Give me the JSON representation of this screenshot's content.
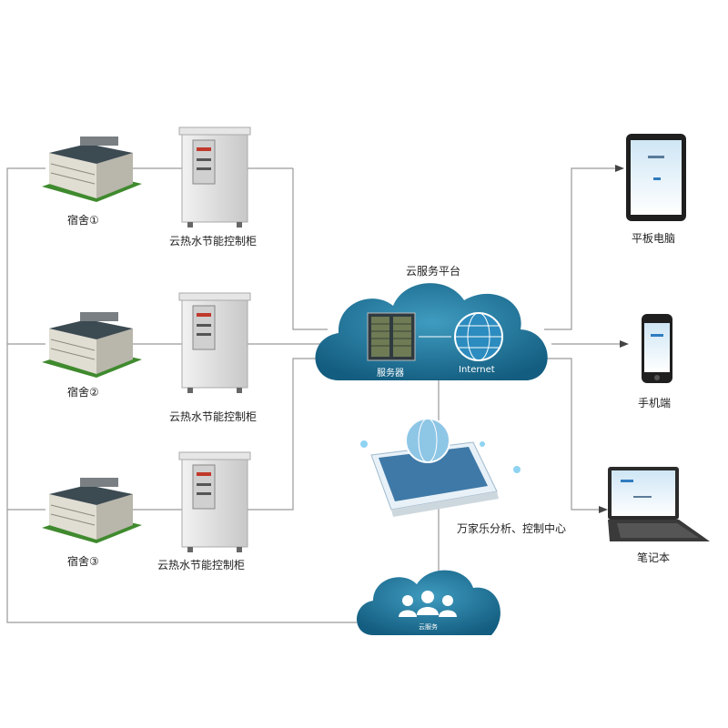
{
  "dorms": [
    {
      "label": "宿舍①"
    },
    {
      "label": "宿舍②"
    },
    {
      "label": "宿舍③"
    }
  ],
  "cabinets": [
    {
      "label": "云热水节能控制柜"
    },
    {
      "label": "云热水节能控制柜"
    },
    {
      "label": "云热水节能控制柜"
    }
  ],
  "cloud_platform": {
    "title": "云服务平台",
    "server_label": "服务器",
    "internet_label": "Internet"
  },
  "analysis_center": {
    "label": "万家乐分析、控制中心"
  },
  "cloud_service": {
    "label": "云服务"
  },
  "devices": {
    "tablet": "平板电脑",
    "phone": "手机端",
    "laptop": "笔记本"
  },
  "colors": {
    "cloud": "#1a6f96",
    "line": "#9a9a9a",
    "cabinet": "#d9d9d9",
    "building_roof": "#3c4a52",
    "grass": "#3f8a2e"
  }
}
